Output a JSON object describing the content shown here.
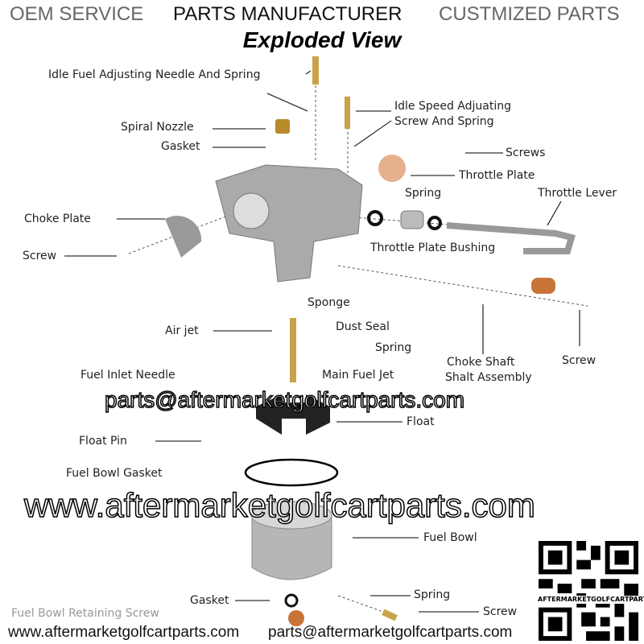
{
  "header": {
    "left": "OEM SERVICE",
    "middle": "PARTS MANUFACTURER",
    "right": "CUSTMIZED PARTS",
    "title": "Exploded View"
  },
  "labels": {
    "idle_fuel": "Idle Fuel Adjusting Needle And Spring",
    "idle_speed_1": "Idle Speed Adjuating",
    "idle_speed_2": "Screw And Spring",
    "spiral_nozzle": "Spiral Nozzle",
    "gasket_top": "Gasket",
    "screws": "Screws",
    "throttle_plate": "Throttle Plate",
    "spring_top": "Spring",
    "throttle_lever": "Throttle Lever",
    "choke_plate": "Choke Plate",
    "screw_left": "Screw",
    "throttle_bushing": "Throttle Plate Bushing",
    "sponge": "Sponge",
    "dust_seal": "Dust Seal",
    "spring_mid": "Spring",
    "choke_shaft_1": "Choke Shaft",
    "choke_shaft_2": "Shalt Assembly",
    "screw_right": "Screw",
    "air_jet": "Air jet",
    "fuel_inlet": "Fuel Inlet Needle",
    "main_jet": "Main Fuel Jet",
    "float": "Float",
    "float_pin": "Float Pin",
    "bowl_gasket": "Fuel Bowl Gasket",
    "fuel_bowl": "Fuel Bowl",
    "gasket_bottom": "Gasket",
    "spring_bottom": "Spring",
    "screw_bottom": "Screw",
    "retaining_screw": "Fuel Bowl Retaining Screw"
  },
  "watermarks": {
    "website": "www.aftermarketgolfcartparts.com",
    "email": "parts@aftermarketgolfcartparts.com"
  },
  "footer": {
    "website": "www.aftermarketgolfcartparts.com",
    "email": "parts@aftermarketgolfcartparts.com",
    "qr_caption": "AFTERMARKETGOLFCARTPARTS"
  }
}
